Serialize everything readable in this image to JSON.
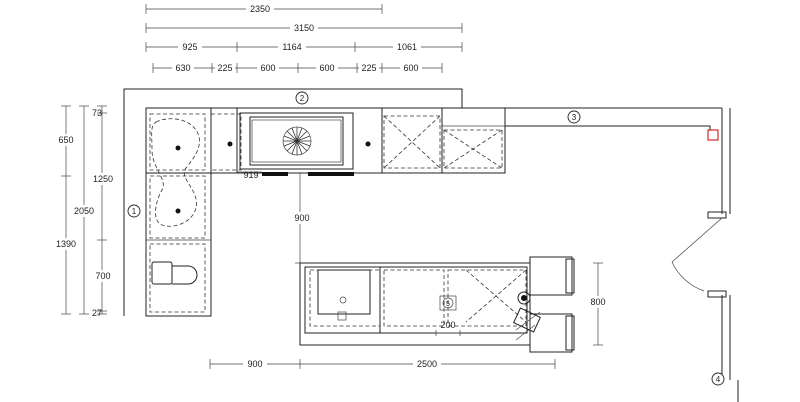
{
  "dimensions": {
    "top_row1": "2350",
    "top_row2": "3150",
    "top_row3": [
      "925",
      "1164",
      "1061"
    ],
    "top_row4": [
      "630",
      "225",
      "600",
      "600",
      "225",
      "600"
    ],
    "left_outer": [
      "650",
      "1390"
    ],
    "left_middle": [
      "1250",
      "700"
    ],
    "left_total": "2050",
    "left_inner": [
      "73",
      "27"
    ],
    "hob_offset": "919",
    "aisle": "900",
    "island_depth": "800",
    "bottom": [
      "900",
      "2500"
    ],
    "sink_offset": "200"
  },
  "markers": {
    "wall_1": "1",
    "wall_2": "2",
    "wall_3": "3",
    "door_4": "4",
    "appliance_5": "5"
  }
}
